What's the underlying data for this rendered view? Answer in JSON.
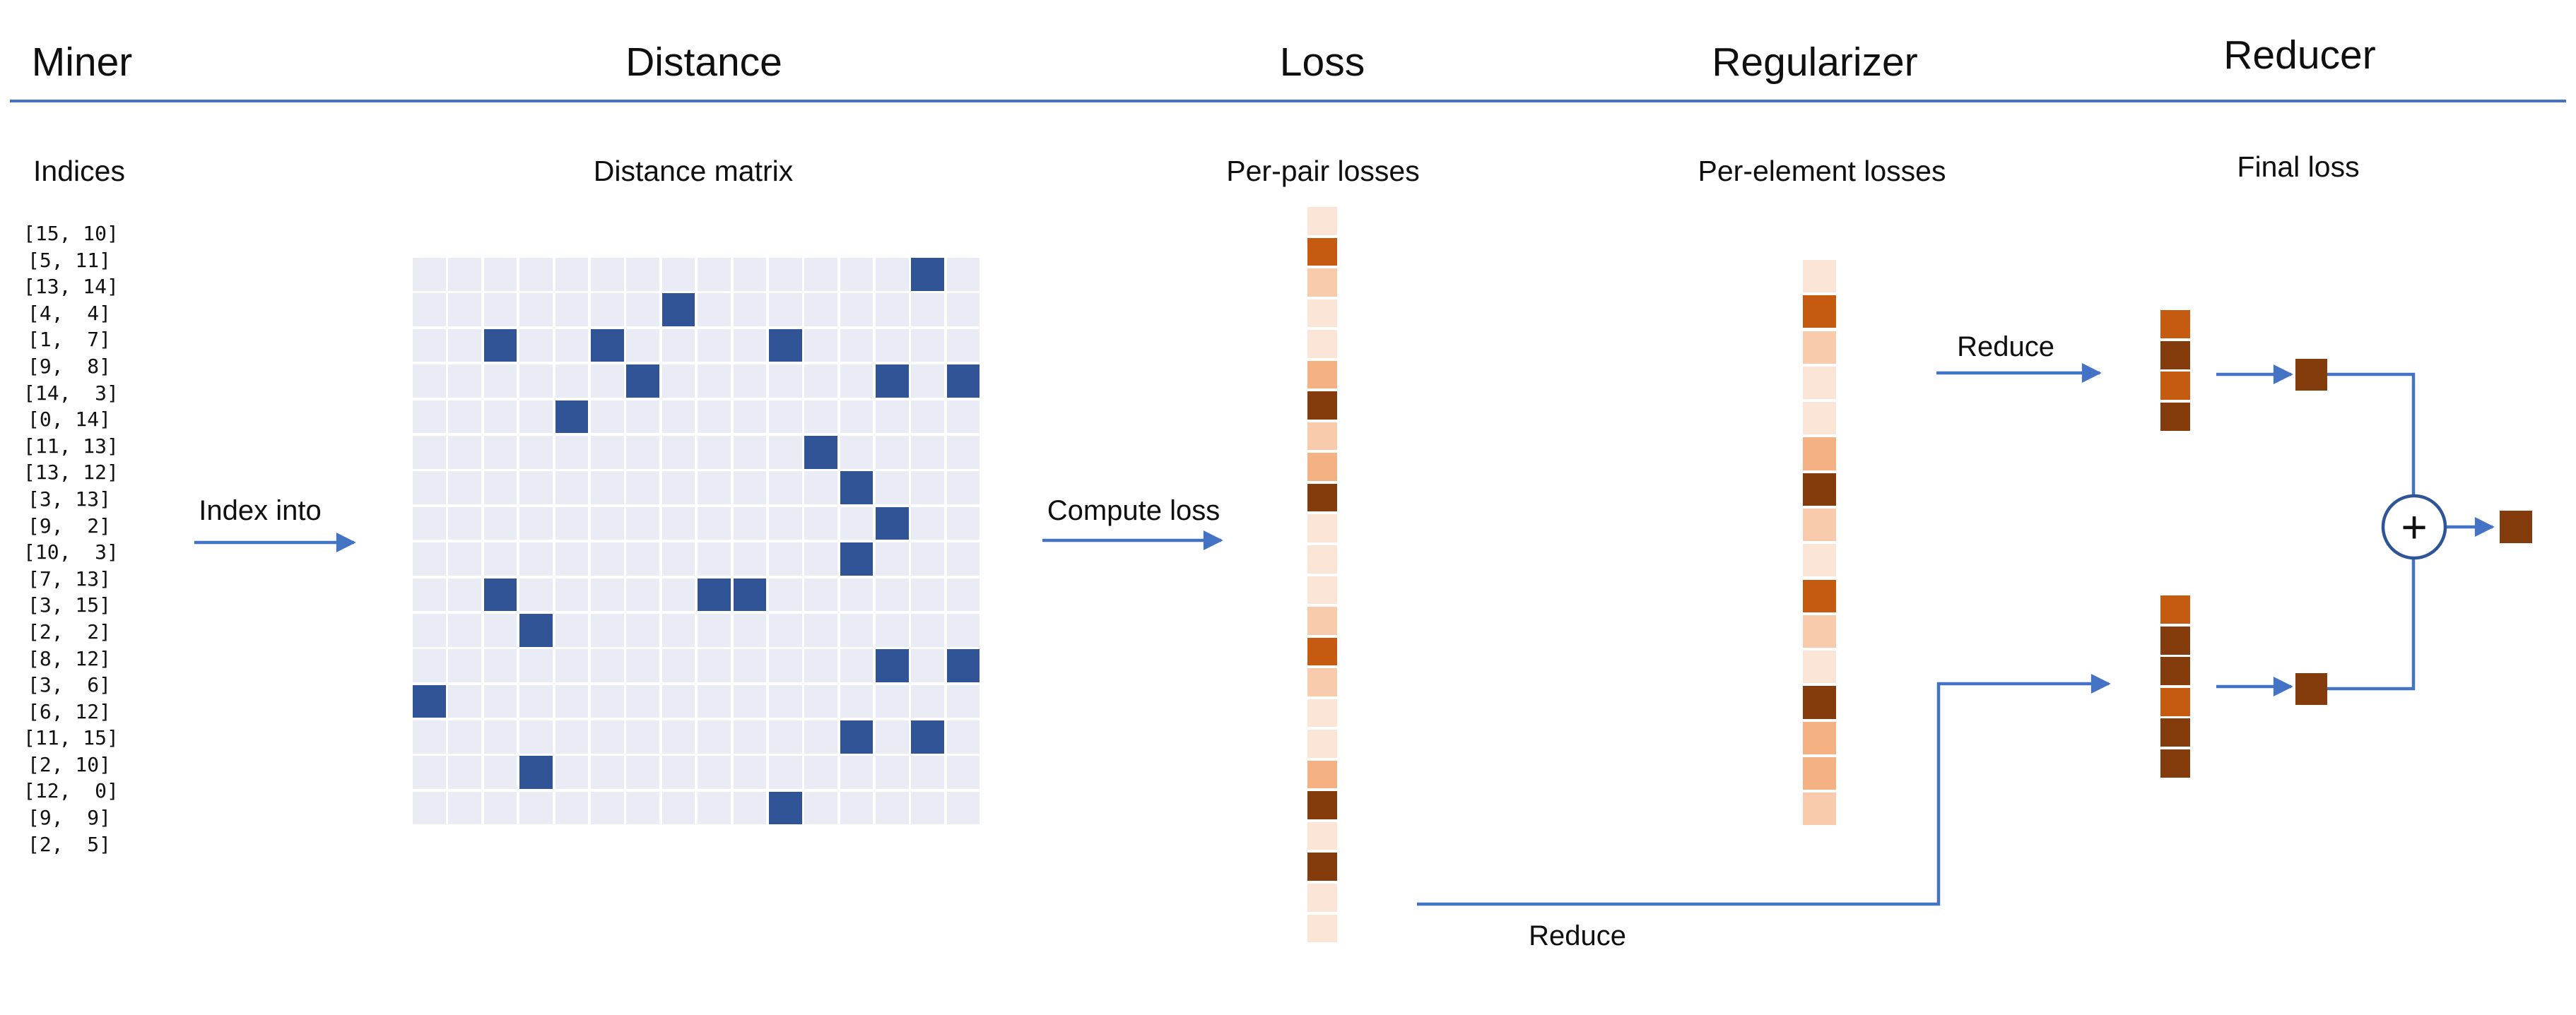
{
  "header": {
    "columns": [
      {
        "label": "Miner"
      },
      {
        "label": "Distance"
      },
      {
        "label": "Loss"
      },
      {
        "label": "Regularizer"
      },
      {
        "label": "Reducer"
      }
    ]
  },
  "miner": {
    "label": "Indices",
    "indices": [
      "[15, 10]",
      "[5, 11]",
      "[13, 14]",
      "[4,  4]",
      "[1,  7]",
      "[9,  8]",
      "[14,  3]",
      "[0, 14]",
      "[11, 13]",
      "[13, 12]",
      "[3, 13]",
      "[9,  2]",
      "[10,  3]",
      "[7, 13]",
      "[3, 15]",
      "[2,  2]",
      "[8, 12]",
      "[3,  6]",
      "[6, 12]",
      "[11, 15]",
      "[2, 10]",
      "[12,  0]",
      "[9,  9]",
      "[2,  5]"
    ]
  },
  "distance": {
    "label": "Distance matrix",
    "matrix_size": 16,
    "highlighted_cells": [
      [
        15,
        10
      ],
      [
        5,
        11
      ],
      [
        13,
        14
      ],
      [
        4,
        4
      ],
      [
        1,
        7
      ],
      [
        9,
        8
      ],
      [
        14,
        3
      ],
      [
        0,
        14
      ],
      [
        11,
        13
      ],
      [
        13,
        12
      ],
      [
        3,
        13
      ],
      [
        9,
        2
      ],
      [
        10,
        3
      ],
      [
        7,
        13
      ],
      [
        3,
        15
      ],
      [
        2,
        2
      ],
      [
        8,
        12
      ],
      [
        3,
        6
      ],
      [
        6,
        12
      ],
      [
        11,
        15
      ],
      [
        2,
        10
      ],
      [
        12,
        0
      ],
      [
        9,
        9
      ],
      [
        2,
        5
      ]
    ]
  },
  "loss": {
    "label": "Per-pair losses",
    "cells": [
      0,
      4,
      1,
      0,
      0,
      2,
      5,
      1,
      2,
      5,
      0,
      0,
      0,
      1,
      4,
      1,
      0,
      0,
      2,
      5,
      0,
      5,
      0,
      0
    ]
  },
  "regularizer": {
    "label": "Per-element losses",
    "cells": [
      0,
      4,
      1,
      0,
      0,
      2,
      5,
      1,
      0,
      4,
      1,
      0,
      5,
      2,
      2,
      1
    ]
  },
  "reducer": {
    "label": "Final loss",
    "strip_top": [
      4,
      5,
      4,
      5
    ],
    "strip_bottom": [
      4,
      5,
      5,
      4,
      5,
      5
    ],
    "plus_symbol": "+"
  },
  "arrows": {
    "index_into": "Index into",
    "compute_loss": "Compute loss",
    "reduce_top": "Reduce",
    "reduce_bottom": "Reduce"
  },
  "colors": {
    "accent_blue": "#4472C4",
    "circle_stroke": "#2E5597",
    "matrix_cell": "#E9EBF5",
    "matrix_highlight": "#305496",
    "heat_levels": {
      "0": "#FBE5D6",
      "1": "#F8CBAD",
      "2": "#F4B183",
      "3": "#ED7D31",
      "4": "#C55A11",
      "5": "#843C0C"
    }
  }
}
